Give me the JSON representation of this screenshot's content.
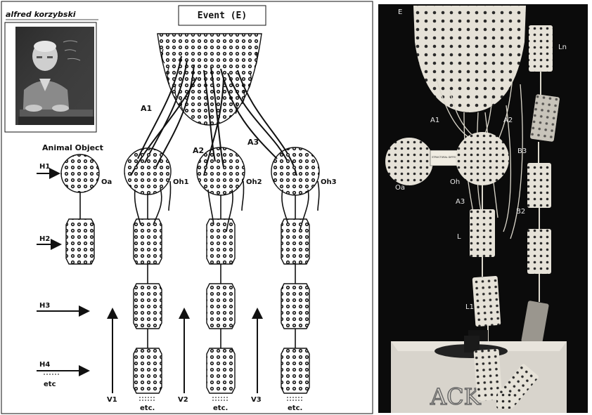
{
  "signature": "alfred korzybski",
  "event_title": "Event (E)",
  "labels": {
    "animal_object": "Animal Object",
    "A1": "A1",
    "A2": "A2",
    "A3": "A3",
    "Oa": "Oa",
    "Oh1": "Oh1",
    "Oh2": "Oh2",
    "Oh3": "Oh3",
    "H1": "H1",
    "H2": "H2",
    "H3": "H3",
    "H4": "H4",
    "etc": "etc",
    "V1": "V1",
    "V2": "V2",
    "V3": "V3",
    "etc_col1": "etc.",
    "etc_col2": "etc.",
    "etc_col3": "etc."
  },
  "photo_labels": {
    "E": "E",
    "Ln": "Ln",
    "A1": "A1",
    "A2": "A2",
    "B3": "B3",
    "Oa": "Oa",
    "Oh": "Oh",
    "A3": "A3",
    "B2": "B2",
    "L": "L",
    "L1": "L1",
    "plate": "STRUCTURAL DIFFERENTIAL",
    "logo": "ACK"
  },
  "colors": {
    "ink": "#111111",
    "photo_bg": "#0b0b0b",
    "plate": "#e6e2d8",
    "base": "#d8d4cc"
  }
}
